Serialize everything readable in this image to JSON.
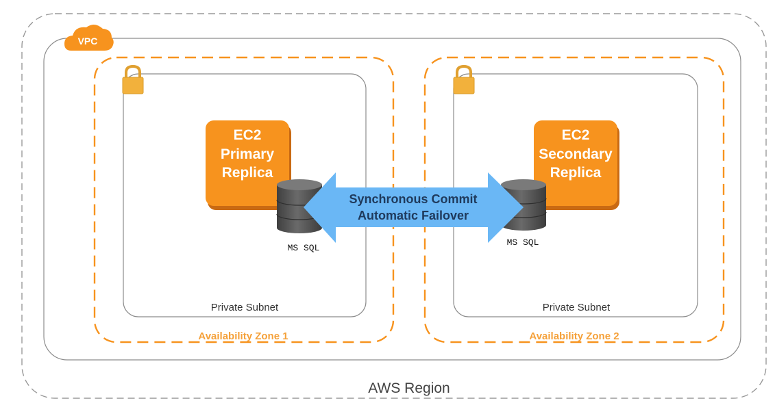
{
  "region": {
    "label": "AWS Region"
  },
  "vpc": {
    "label": "VPC"
  },
  "zones": [
    {
      "label": "Availability Zone 1",
      "subnet_label": "Private Subnet",
      "ec2": {
        "lines": [
          "EC2",
          "Primary",
          "Replica"
        ]
      },
      "db_label": "MS SQL"
    },
    {
      "label": "Availability Zone 2",
      "subnet_label": "Private Subnet",
      "ec2": {
        "lines": [
          "EC2",
          "Secondary",
          "Replica"
        ]
      },
      "db_label": "MS SQL"
    }
  ],
  "connection": {
    "lines": [
      "Synchronous Commit",
      "Automatic Failover"
    ]
  },
  "colors": {
    "orange": "#f7931e",
    "arrow": "#6ab7f5",
    "cylinder": "#5b5b5b",
    "border": "#999999"
  }
}
